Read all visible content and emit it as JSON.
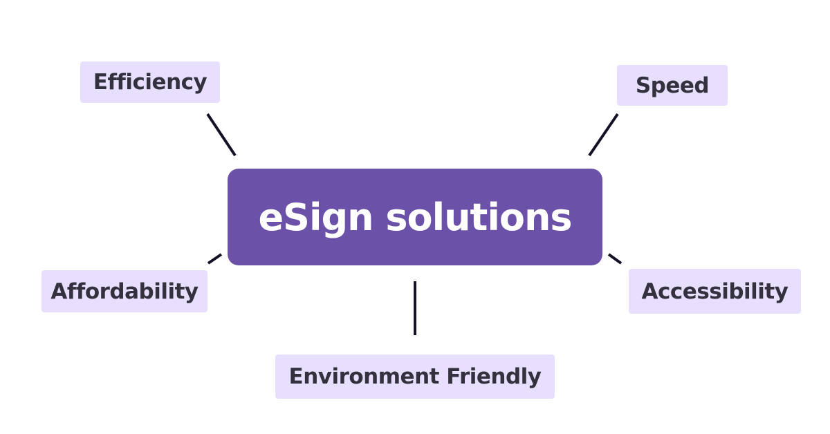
{
  "diagram": {
    "center": {
      "label": "eSign solutions"
    },
    "nodes": [
      {
        "id": "efficiency",
        "label": "Efficiency"
      },
      {
        "id": "speed",
        "label": "Speed"
      },
      {
        "id": "affordability",
        "label": "Affordability"
      },
      {
        "id": "accessibility",
        "label": "Accessibility"
      },
      {
        "id": "environment",
        "label": "Environment Friendly"
      }
    ]
  },
  "colors": {
    "background": "#ffffff",
    "center_fill": "#6b52a8",
    "center_text": "#ffffff",
    "node_fill": "#e8dfff",
    "node_text": "#33313d",
    "connector": "#141126"
  }
}
